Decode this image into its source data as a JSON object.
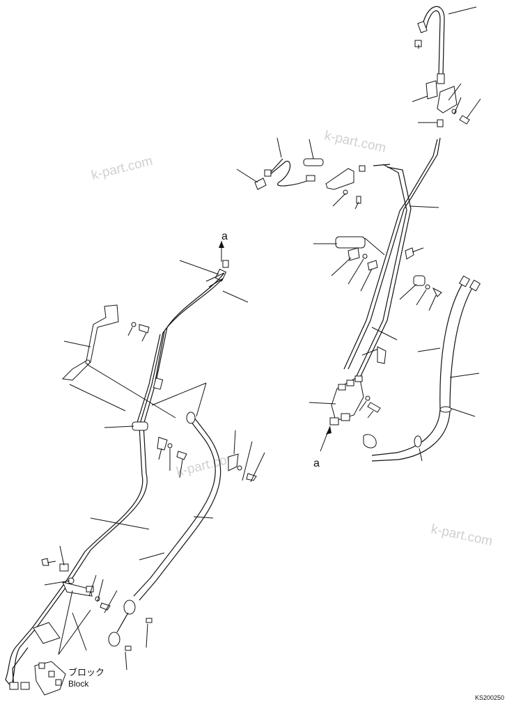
{
  "watermark": "k-part.com",
  "callouts": {
    "ref_a": "a",
    "block_jp": "ブロック",
    "block_en": "Block"
  },
  "drawing_code": "KS200250"
}
